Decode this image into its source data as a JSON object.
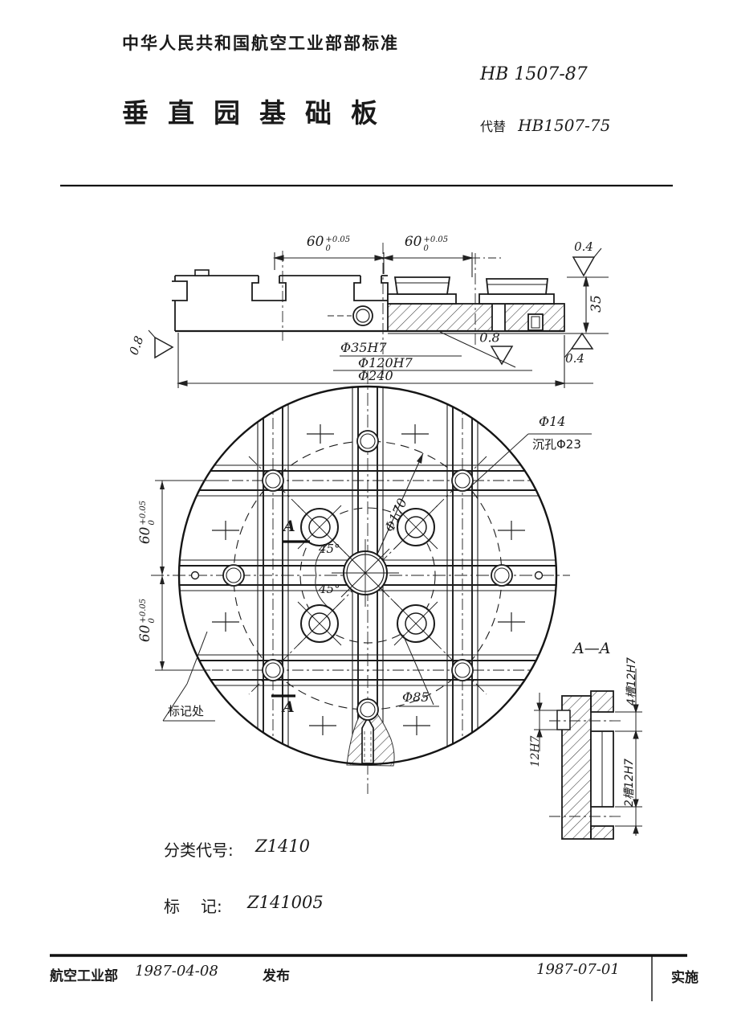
{
  "header": {
    "org_standard": "中华人民共和国航空工业部部标准",
    "code": "HB 1507-87",
    "title": "垂直园基础板",
    "replaces_label": "代替",
    "replaces_code": "HB1507-75"
  },
  "tolerance_dim": {
    "value": "60",
    "plus": "+0.05",
    "minus": "0"
  },
  "section_view": {
    "finish_04": "0.4",
    "finish_08": "0.8",
    "height": "35",
    "dia_bore": "Φ35H7",
    "dia_recess": "Φ120H7",
    "dia_outer": "Φ240"
  },
  "plan_view": {
    "hole_dia": "Φ14",
    "counterbore": "沉孔Φ23",
    "bolt_circle": "Φ170",
    "angle": "45°",
    "center_circle": "Φ85",
    "section_letter": "A",
    "marking_label": "标记处"
  },
  "aa_view": {
    "title": "A—A",
    "slot_width": "12H7",
    "slots_4": "4槽12H7",
    "slots_2": "2槽12H7"
  },
  "classification": {
    "label": "分类代号:",
    "value": "Z1410"
  },
  "marking": {
    "label_a": "标",
    "label_b": "记:",
    "value": "Z141005"
  },
  "footer": {
    "org": "航空工业部",
    "publish_date": "1987-04-08",
    "publish_label": "发布",
    "implement_date": "1987-07-01",
    "implement_label": "实施"
  }
}
